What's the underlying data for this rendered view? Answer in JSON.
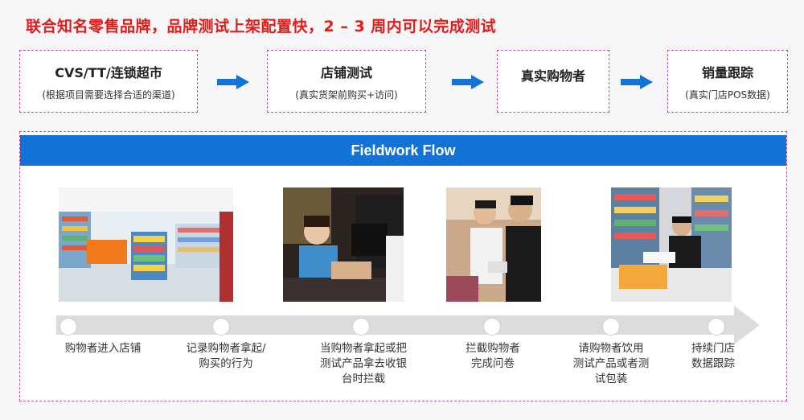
{
  "headline": "联合知名零售品牌，品牌测试上架配置快，2 – 3 周内可以完成测试",
  "steps": [
    {
      "title": "CVS/TT/连锁超市",
      "sub": "(根据项目需要选择合适的渠道)"
    },
    {
      "title": "店铺测试",
      "sub": "(真实货架前购买+访问)"
    },
    {
      "title": "真实购物者",
      "sub": ""
    },
    {
      "title": "销量跟踪",
      "sub": "(真实门店POS数据)"
    }
  ],
  "flow": {
    "title": "Fieldwork Flow",
    "stages": [
      {
        "label": "购物者进入店铺"
      },
      {
        "label": "记录购物者拿起/\n购买的行为"
      },
      {
        "label": "当购物者拿起或把\n测试产品拿去收银\n台时拦截"
      },
      {
        "label": "拦截购物者\n完成问卷"
      },
      {
        "label": "请购物者饮用\n测试产品或者测\n试包装"
      },
      {
        "label": "持续门店\n数据跟踪"
      }
    ]
  },
  "colors": {
    "accent": "#1372d6",
    "headline": "#e31b1b",
    "border": "#c04fa6"
  }
}
